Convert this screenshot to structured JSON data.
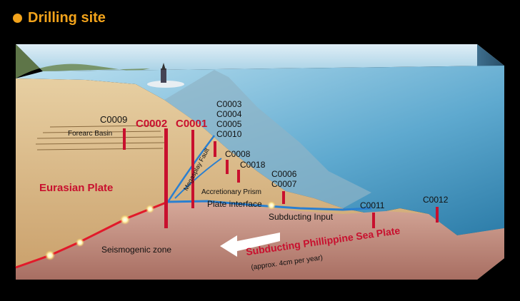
{
  "header": {
    "title": "Drilling site"
  },
  "colors": {
    "accent": "#f2a31b",
    "site_red": "#c8102e",
    "sea": "#6fb7d8",
    "sediment": "#d8b98a",
    "plate_line": "#e11a2a",
    "interface_line": "#2a7fd0"
  },
  "labels": {
    "forearc_basin": "Forearc Basin",
    "eurasian_plate": "Eurasian Plate",
    "megasplay_fault": "Megasplay Fault",
    "accretionary_prism": "Accretionary Prism",
    "plate_interface": "Plate interface",
    "subducting_input": "Subducting Input",
    "seismogenic_zone": "Seismogenic zone",
    "philippine_plate": "Subducting Phillippine Sea Plate",
    "rate": "(approx. 4cm per year)"
  },
  "sites": {
    "c0009": "C0009",
    "c0002": "C0002",
    "c0001": "C0001",
    "c0003": "C0003",
    "c0004": "C0004",
    "c0005": "C0005",
    "c0010": "C0010",
    "c0008": "C0008",
    "c0018": "C0018",
    "c0006": "C0006",
    "c0007": "C0007",
    "c0011": "C0011",
    "c0012": "C0012"
  }
}
